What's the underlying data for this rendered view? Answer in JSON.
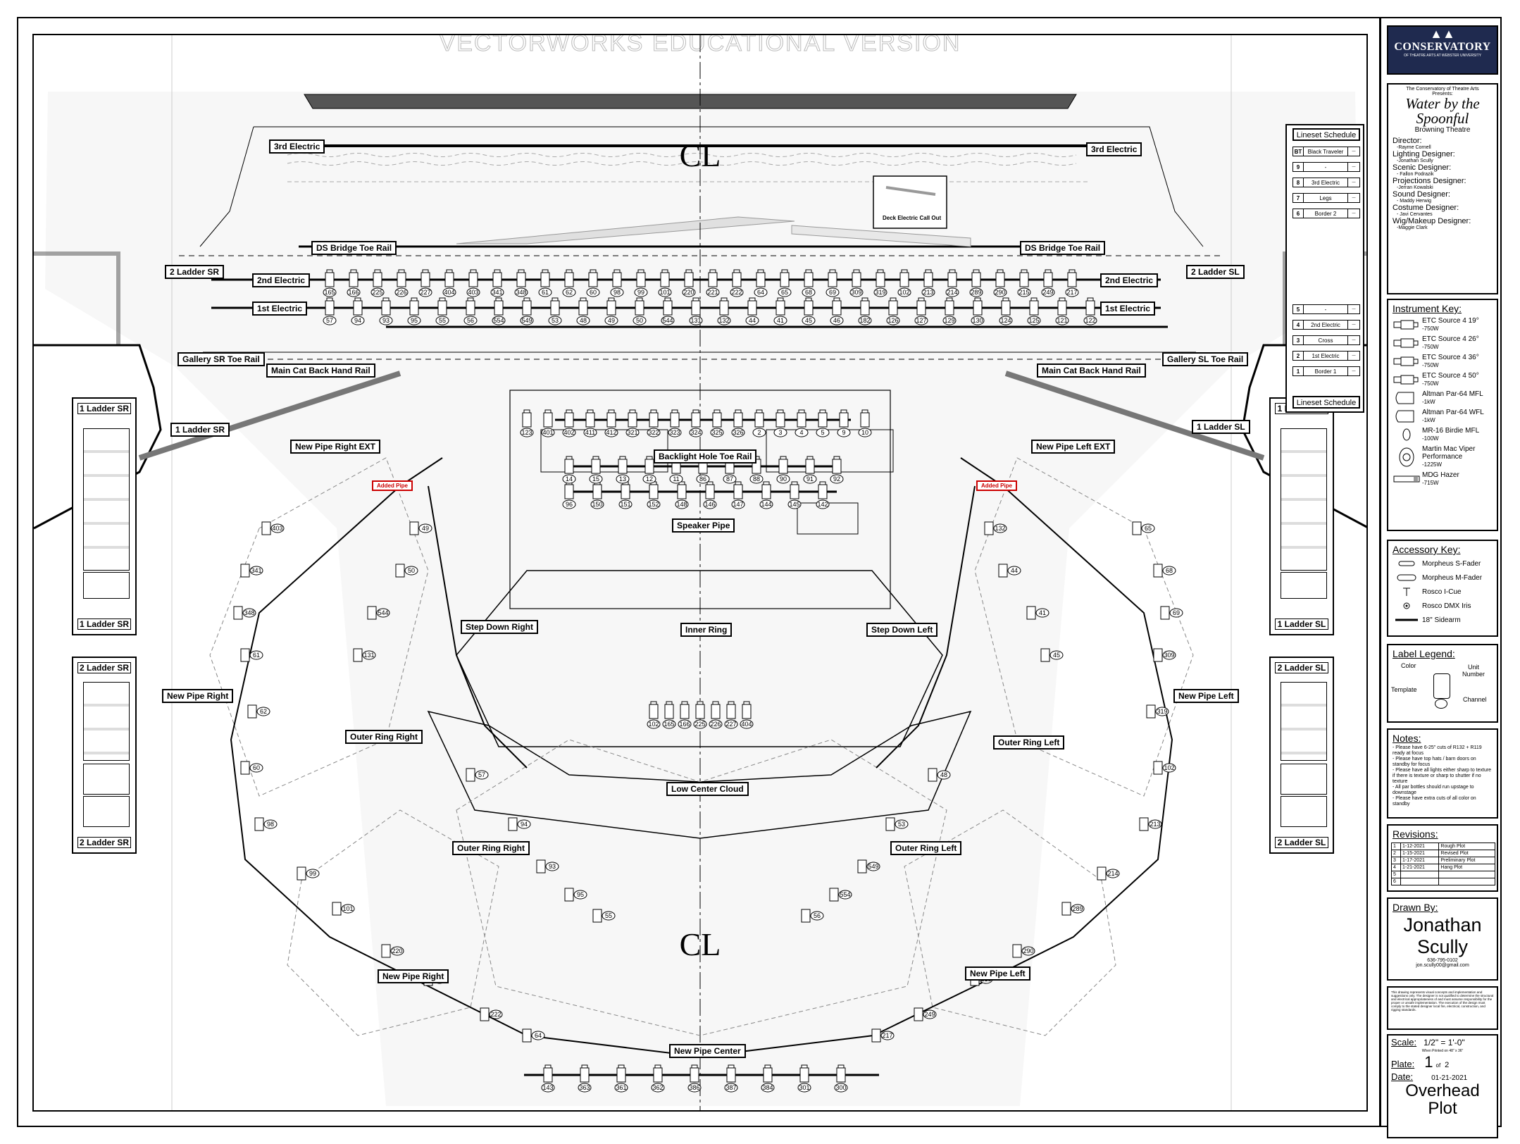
{
  "watermark": "VECTORWORKS EDUCATIONAL VERSION",
  "centerline": "CL",
  "plot_labels": {
    "third_electric_sr": "3rd Electric",
    "third_electric_sl": "3rd Electric",
    "ds_bridge_sr": "DS Bridge Toe Rail",
    "ds_bridge_sl": "DS Bridge Toe Rail",
    "second_electric_sr": "2nd Electric",
    "second_electric_sl": "2nd Electric",
    "first_electric_sr": "1st Electric",
    "first_electric_sl": "1st Electric",
    "ladder2_sr_top": "2 Ladder SR",
    "ladder2_sl_top": "2 Ladder SL",
    "gallery_sr": "Gallery SR Toe Rail",
    "gallery_sl": "Gallery SL Toe Rail",
    "main_cat_sr": "Main Cat Back Hand Rail",
    "main_cat_sl": "Main Cat Back Hand Rail",
    "ladder1_sr_top": "1 Ladder SR",
    "ladder1_sl_top": "1 Ladder SL",
    "deck_callout": "Deck Electric Call Out",
    "backlight": "Backlight Hole Toe Rail",
    "speaker_pipe": "Speaker Pipe",
    "new_pipe_right_ext": "New Pipe Right EXT",
    "new_pipe_left_ext": "New Pipe Left EXT",
    "added_pipe_r": "Added Pipe",
    "added_pipe_l": "Added Pipe",
    "step_down_right": "Step Down Right",
    "step_down_left": "Step Down Left",
    "inner_ring": "Inner Ring",
    "new_pipe_right": "New Pipe Right",
    "new_pipe_left": "New Pipe Left",
    "outer_ring_right_1": "Outer Ring Right",
    "outer_ring_left_1": "Outer Ring Left",
    "low_center_cloud": "Low Center Cloud",
    "outer_ring_right_2": "Outer Ring Right",
    "outer_ring_left_2": "Outer Ring Left",
    "new_pipe_right_2": "New Pipe Right",
    "new_pipe_left_2": "New Pipe Left",
    "new_pipe_center": "New Pipe Center"
  },
  "ladders": {
    "l1sr_top": "1 Ladder SR",
    "l1sr_bot": "1 Ladder SR",
    "l2sr_top": "2 Ladder SR",
    "l2sr_bot": "2 Ladder SR",
    "l1sl_top": "1 Ladder SL",
    "l1sl_bot": "1 Ladder SL",
    "l2sl_top": "2 Ladder SL",
    "l2sl_bot": "2 Ladder SL"
  },
  "channel_numbers": [
    "165",
    "166",
    "225",
    "226",
    "227",
    "404",
    "403",
    "341",
    "348",
    "61",
    "62",
    "60",
    "98",
    "99",
    "101",
    "220",
    "221",
    "222",
    "64",
    "65",
    "68",
    "69",
    "309",
    "319",
    "102",
    "213",
    "214",
    "289",
    "290",
    "215",
    "249",
    "217",
    "57",
    "94",
    "93",
    "95",
    "55",
    "56",
    "554",
    "549",
    "53",
    "48",
    "49",
    "50",
    "544",
    "131",
    "132",
    "44",
    "41",
    "45",
    "46",
    "182",
    "126",
    "127",
    "129",
    "130",
    "124",
    "125",
    "121",
    "122",
    "123",
    "401",
    "402",
    "411",
    "412",
    "321",
    "322",
    "323",
    "324",
    "325",
    "326",
    "2",
    "3",
    "4",
    "5",
    "9",
    "10",
    "14",
    "15",
    "13",
    "12",
    "11",
    "86",
    "87",
    "88",
    "90",
    "91",
    "92",
    "96",
    "150",
    "151",
    "152",
    "148",
    "146",
    "147",
    "144",
    "145",
    "142",
    "143",
    "363",
    "361",
    "362",
    "386",
    "387",
    "384",
    "301",
    "300",
    "102"
  ],
  "lineset": {
    "header": "Lineset Schedule",
    "footer": "Lineset Schedule",
    "rows_top": [
      {
        "n": "BT",
        "name": "Black Traveler",
        "d": "—"
      },
      {
        "n": "9",
        "name": "-",
        "d": "—"
      },
      {
        "n": "8",
        "name": "3rd Electric",
        "d": "—"
      },
      {
        "n": "7",
        "name": "Legs",
        "d": "—"
      },
      {
        "n": "6",
        "name": "Border 2",
        "d": "—"
      }
    ],
    "rows_bottom": [
      {
        "n": "5",
        "name": "-",
        "d": "—"
      },
      {
        "n": "4",
        "name": "2nd Electric",
        "d": "—"
      },
      {
        "n": "3",
        "name": "Cross",
        "d": "—"
      },
      {
        "n": "2",
        "name": "1st Electric",
        "d": "—"
      },
      {
        "n": "1",
        "name": "Border 1",
        "d": "—"
      }
    ]
  },
  "title_block": {
    "logo_name": "CONSERVATORY",
    "logo_sub": "OF THEATRE ARTS AT WEBSTER UNIVERSITY",
    "presenter": "The Conservatory of Theatre Arts",
    "presents": "Presents:",
    "show": "Water by the Spoonful",
    "venue": "Browning Theatre",
    "credits": [
      {
        "role": "Director:",
        "name": "-Rayme Cornell"
      },
      {
        "role": "Lighting Designer:",
        "name": "-Jonathan Scully"
      },
      {
        "role": "Scenic Designer:",
        "name": "- Fallon Podrazik"
      },
      {
        "role": "Projections Designer:",
        "name": "-Jerran Kowalski"
      },
      {
        "role": "Sound Designer:",
        "name": "- Maddy Herwig"
      },
      {
        "role": "Costume Designer:",
        "name": "- Javi Cervantes"
      },
      {
        "role": "Wig/Makeup Designer:",
        "name": "-Maggie Clark"
      }
    ],
    "instrument_key_title": "Instrument Key:",
    "instruments": [
      {
        "name": "ETC Source 4 19°",
        "watt": "-750W"
      },
      {
        "name": "ETC Source 4 26°",
        "watt": "-750W"
      },
      {
        "name": "ETC Source 4 36°",
        "watt": "-750W"
      },
      {
        "name": "ETC Source 4 50°",
        "watt": "-750W"
      },
      {
        "name": "Altman Par-64 MFL",
        "watt": "-1kW"
      },
      {
        "name": "Altman Par-64 WFL",
        "watt": "-1kW"
      },
      {
        "name": "MR-16 Birdie MFL",
        "watt": "-100W"
      },
      {
        "name": "Martin Mac Viper Performance",
        "watt": "-1225W"
      },
      {
        "name": "MDG Hazer",
        "watt": "-715W"
      }
    ],
    "accessory_key_title": "Accessory Key:",
    "accessories": [
      "Morpheus S-Fader",
      "Morpheus M-Fader",
      "Rosco I-Cue",
      "Rosco DMX Iris",
      "18\" Sidearm"
    ],
    "label_legend_title": "Label Legend:",
    "label_legend": {
      "color": "Color",
      "unit": "Unit Number",
      "template": "Template",
      "channel": "Channel"
    },
    "notes_title": "Notes:",
    "notes": [
      "- Please have 6-25\" cuts of R132 + R119 ready at focus",
      "- Please have top hats / barn doors on standby for focus",
      "- Please have all lights either sharp to texture if there is texture or sharp to shutter if no texture",
      "- All par bottles should run upstage to downstage",
      "- Please have extra cuts of all color on standby"
    ],
    "revisions_title": "Revisions:",
    "revisions": [
      {
        "n": "1",
        "date": "1-12-2021",
        "desc": "Rough Plot"
      },
      {
        "n": "2",
        "date": "1-15-2021",
        "desc": "Revised Plot"
      },
      {
        "n": "3",
        "date": "1-17-2021",
        "desc": "Preliminary Plot"
      },
      {
        "n": "4",
        "date": "1-21-2021",
        "desc": "Hang Plot"
      },
      {
        "n": "5",
        "date": "",
        "desc": ""
      },
      {
        "n": "6",
        "date": "",
        "desc": ""
      }
    ],
    "drawn_by_title": "Drawn By:",
    "drawn_by": "Jonathan Scully",
    "phone": "636-795-0102",
    "email": "jon.scully00@gmail.com",
    "disclaimer": "This drawing represents visual concepts and implementation and suggestions only. The designer is not qualified to determine the structural and electrical appropriateness of and must assume responsibility for the proper or unsafe implementation. The execution of the design must comply to the stated designer local fire, electrical, construction, and rigging standards.",
    "scale_title": "Scale:",
    "scale": "1/2\" = 1'-0\"",
    "scale_note": "When Printed on 48\" x 36\"",
    "plate_title": "Plate:",
    "plate": "1",
    "plate_of": "of",
    "plate_total": "2",
    "date_title": "Date:",
    "date": "01-21-2021",
    "plot_name": "Overhead Plot"
  }
}
